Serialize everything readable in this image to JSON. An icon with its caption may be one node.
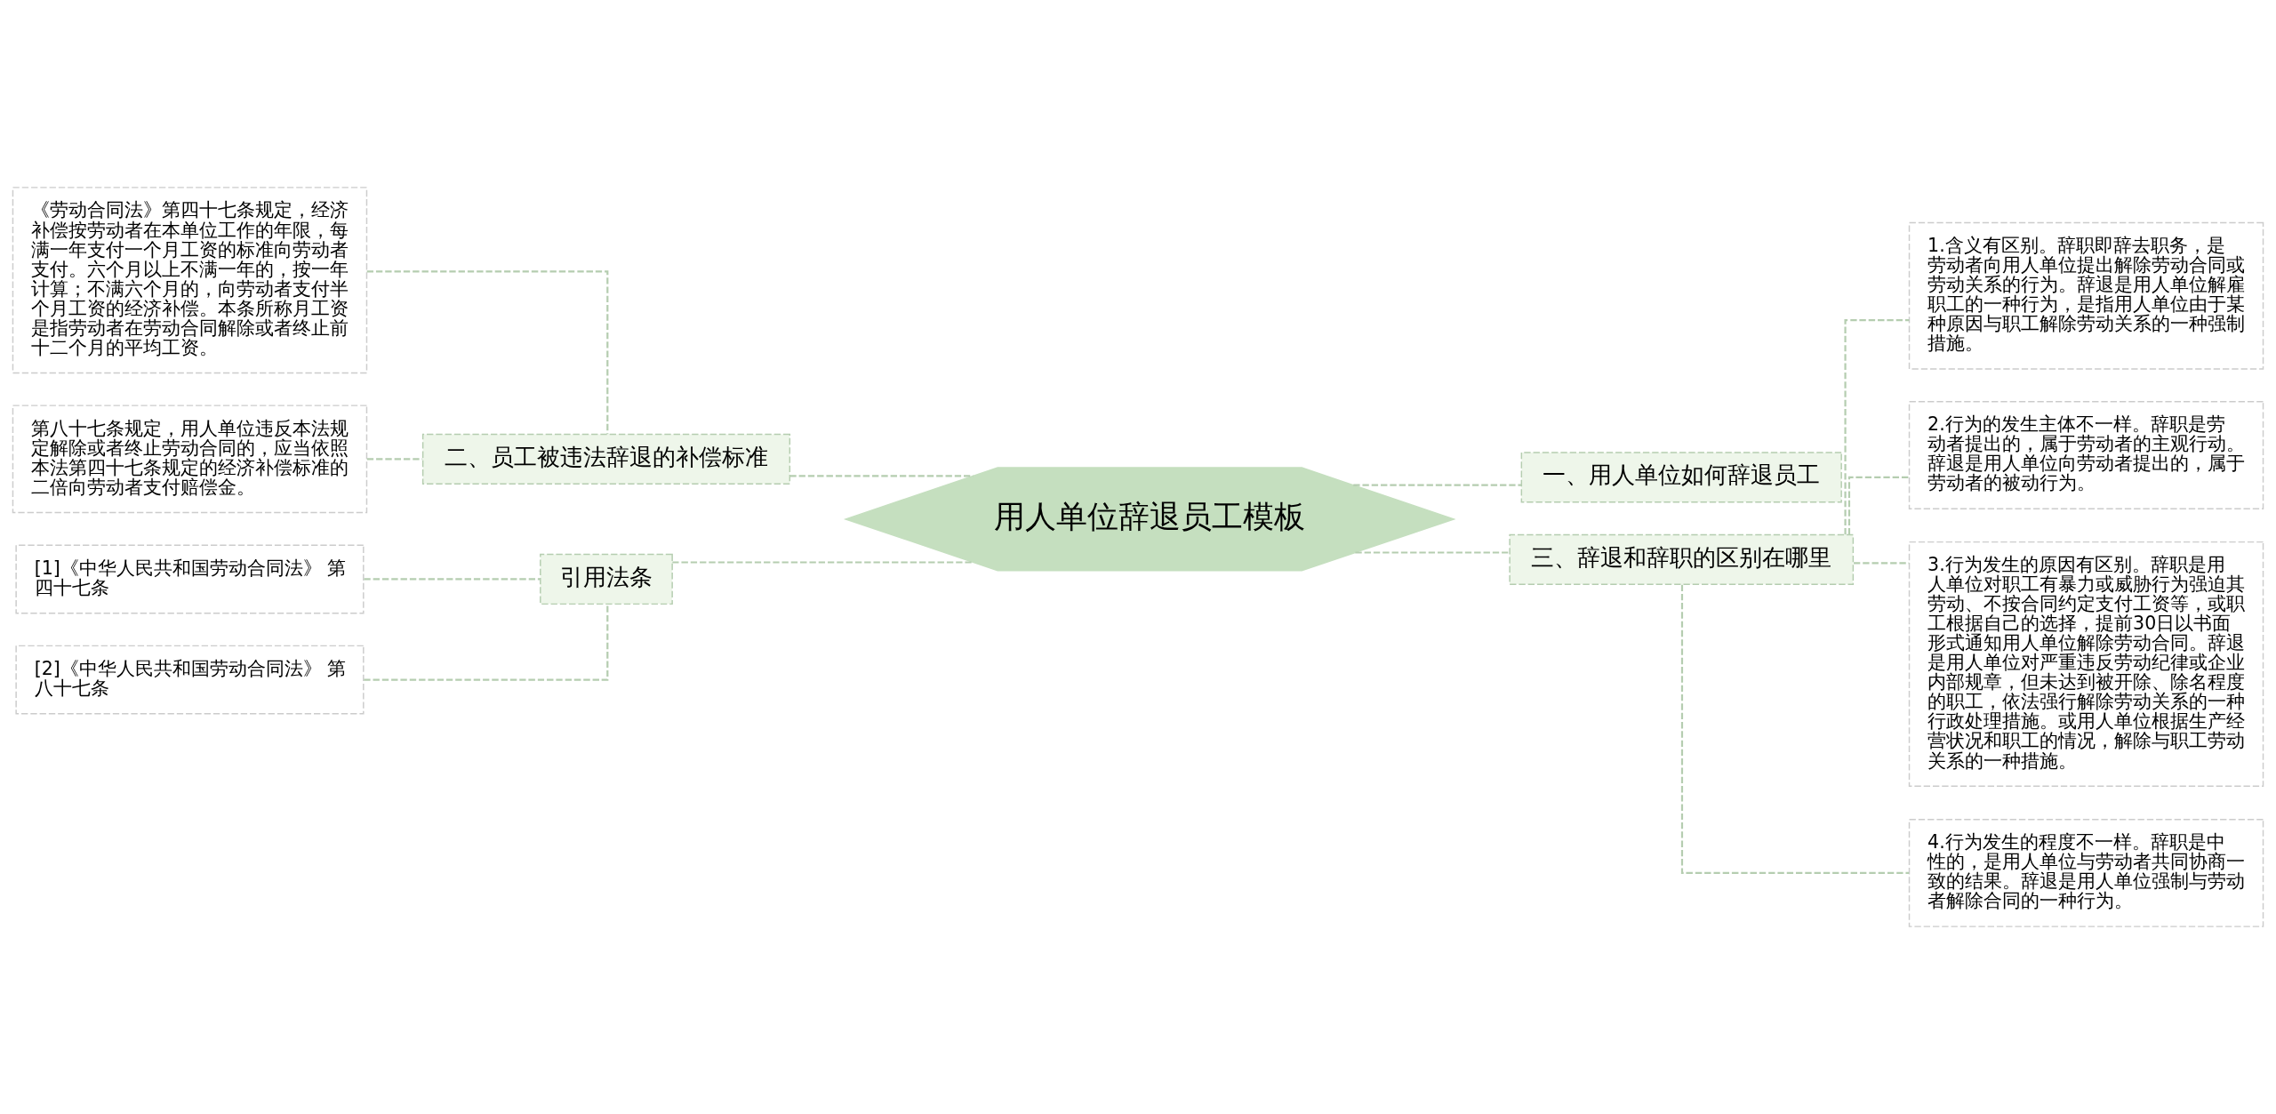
{
  "diagram": {
    "nodes": [
      {
        "text": [
          "用人单位辞退员工模板"
        ]
      },
      {
        "text": [
          "一、用人单位如何辞退员工"
        ]
      },
      {
        "text": [
          "二、员工被违法辞退的补偿标准"
        ]
      },
      {
        "text": [
          "《劳动合同法》第四十七条规定，经济补偿按劳动者在本单位工作的年限，每满一年支付一个月工资的标准向劳动者支付。六个月以上不满一年的，按一年计算；不满六个月的，向劳动者支付半个月工资的经济补偿。本条所称月工资是指劳动者在劳动合同解除或者终止前十二个月的平均工资。"
        ]
      },
      {
        "text": [
          "第八十七条规定，用人单位违反本法规定解除或者终止劳动合同的，应当依照本法第四十七条规定的经济补偿标准的二倍向劳动者支付赔偿金。"
        ]
      },
      {
        "text": [
          "引用法条"
        ]
      },
      {
        "text": [
          "[1]《中华人民共和国劳动合同法》 第四十七条"
        ]
      },
      {
        "text": [
          "[2]《中华人民共和国劳动合同法》 第八十七条"
        ]
      },
      {
        "text": [
          "三、辞退和辞职的区别在哪里"
        ]
      },
      {
        "text": [
          "1.含义有区别。辞职即辞去职务，是劳动者向用人单位提出解除劳动合同或劳动关系的行为。辞退是用人单位解雇职工的一种行为，是指用人单位由于某种原因与职工解除劳动关系的一种强制措施。"
        ]
      },
      {
        "text": [
          "2.行为的发生主体不一样。辞职是劳动者提出的，属于劳动者的主观行动。辞退是用人单位向劳动者提出的，属于劳动者的被动行为。"
        ]
      },
      {
        "text": [
          "3.行为发生的原因有区别。辞职是用人单位对职工有暴力或威胁行为强迫其劳动、不按合同约定支付工资等，或职工根据自己的选择，提前30日以书面形式通知用人单位解除劳动合同。辞退是用人单位对严重违反劳动纪律或企业内部规章，但未达到被开除、除名程度的职工，依法强行解除劳动关系的一种行政处理措施。或用人单位根据生产经营状况和职工的情况，解除与职工劳动关系的一种措施。"
        ]
      },
      {
        "text": [
          "4.行为发生的程度不一样。辞职是中性的，是用人单位与劳动者共同协商一致的结果。辞退是用人单位强制与劳动者解除合同的一种行为。"
        ]
      }
    ],
    "edges": [
      {
        "from": 0,
        "to": 1,
        "arrow": "none",
        "style": "dashed"
      },
      {
        "from": 0,
        "to": 2,
        "arrow": "none",
        "style": "dashed"
      },
      {
        "from": 2,
        "to": 3,
        "arrow": "none",
        "style": "dashed"
      },
      {
        "from": 2,
        "to": 4,
        "arrow": "none",
        "style": "dashed"
      },
      {
        "from": 0,
        "to": 5,
        "arrow": "none",
        "style": "dashed"
      },
      {
        "from": 5,
        "to": 6,
        "arrow": "none",
        "style": "dashed"
      },
      {
        "from": 5,
        "to": 7,
        "arrow": "none",
        "style": "dashed"
      },
      {
        "from": 0,
        "to": 8,
        "arrow": "none",
        "style": "dashed"
      },
      {
        "from": 8,
        "to": 9,
        "arrow": "none",
        "style": "dashed"
      },
      {
        "from": 8,
        "to": 10,
        "arrow": "none",
        "style": "dashed"
      },
      {
        "from": 8,
        "to": 11,
        "arrow": "none",
        "style": "dashed"
      },
      {
        "from": 8,
        "to": 12,
        "arrow": "none",
        "style": "dashed"
      }
    ]
  }
}
